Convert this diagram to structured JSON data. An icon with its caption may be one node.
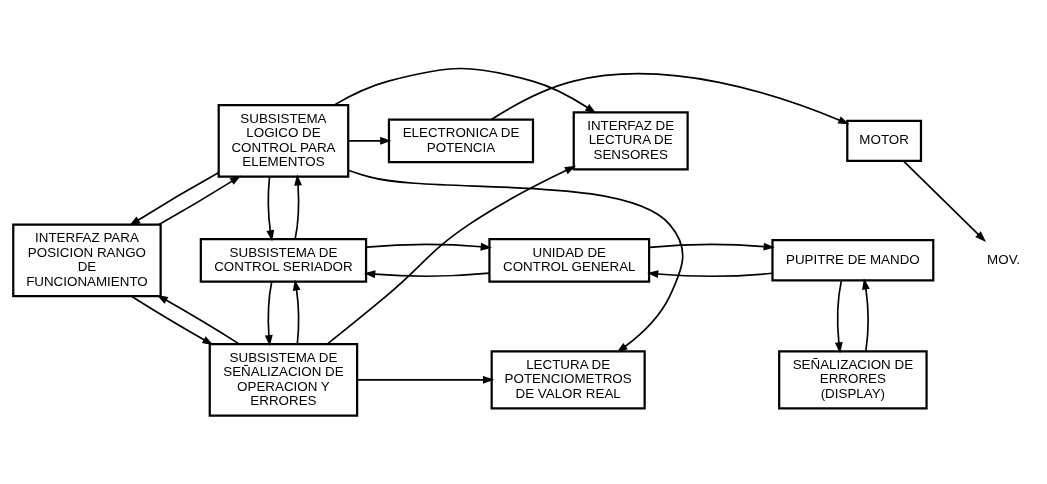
{
  "diagram": {
    "nodes": [
      {
        "text": [
          "MOTOR"
        ]
      },
      {
        "text": [
          "ELECTRONICA DE POTENCIA"
        ]
      },
      {
        "text": [
          "SUBSISTEMA LOGICO DE CONTROL PARA ELEMENTOS"
        ]
      },
      {
        "text": [
          "INTERFAZ DE LECTURA DE SENSORES"
        ]
      },
      {
        "text": [
          "MOV."
        ]
      },
      {
        "text": [
          "PUPITRE DE MANDO"
        ]
      },
      {
        "text": [
          "UNIDAD DE CONTROL GENERAL"
        ]
      },
      {
        "text": [
          "SUBSISTEMA DE CONTROL SERIADOR"
        ]
      },
      {
        "text": [
          "INTERFAZ PARA POSICION RANGO DE FUNCIONAMIENTO"
        ]
      },
      {
        "text": [
          "LECTURA DE POTENCIOMETROS DE VALOR REAL"
        ]
      },
      {
        "text": [
          "SEÑALIZACION DE ERRORES (DISPLAY)"
        ]
      },
      {
        "text": [
          "SUBSISTEMA DE SEÑALIZACION DE OPERACION Y ERRORES"
        ]
      }
    ],
    "edges": [
      {
        "from": 2,
        "to": 1,
        "arrow": "to"
      },
      {
        "from": 1,
        "to": 0,
        "arrow": "to"
      },
      {
        "from": 0,
        "to": 4,
        "arrow": "to"
      },
      {
        "from": 2,
        "to": 3,
        "arrow": "to"
      },
      {
        "from": 2,
        "to": 9,
        "arrow": "to"
      },
      {
        "from": 2,
        "to": 7,
        "arrow": "to"
      },
      {
        "from": 7,
        "to": 2,
        "arrow": "to"
      },
      {
        "from": 2,
        "to": 8,
        "arrow": "to"
      },
      {
        "from": 8,
        "to": 2,
        "arrow": "to"
      },
      {
        "from": 5,
        "to": 6,
        "arrow": "to"
      },
      {
        "from": 6,
        "to": 5,
        "arrow": "to"
      },
      {
        "from": 6,
        "to": 7,
        "arrow": "to"
      },
      {
        "from": 7,
        "to": 6,
        "arrow": "to"
      },
      {
        "from": 5,
        "to": 10,
        "arrow": "to"
      },
      {
        "from": 10,
        "to": 5,
        "arrow": "to"
      },
      {
        "from": 11,
        "to": 7,
        "arrow": "to"
      },
      {
        "from": 7,
        "to": 11,
        "arrow": "to"
      },
      {
        "from": 8,
        "to": 11,
        "arrow": "to"
      },
      {
        "from": 11,
        "to": 8,
        "arrow": "to"
      },
      {
        "from": 11,
        "to": 3,
        "arrow": "to"
      },
      {
        "from": 11,
        "to": 9,
        "arrow": "to"
      }
    ]
  }
}
